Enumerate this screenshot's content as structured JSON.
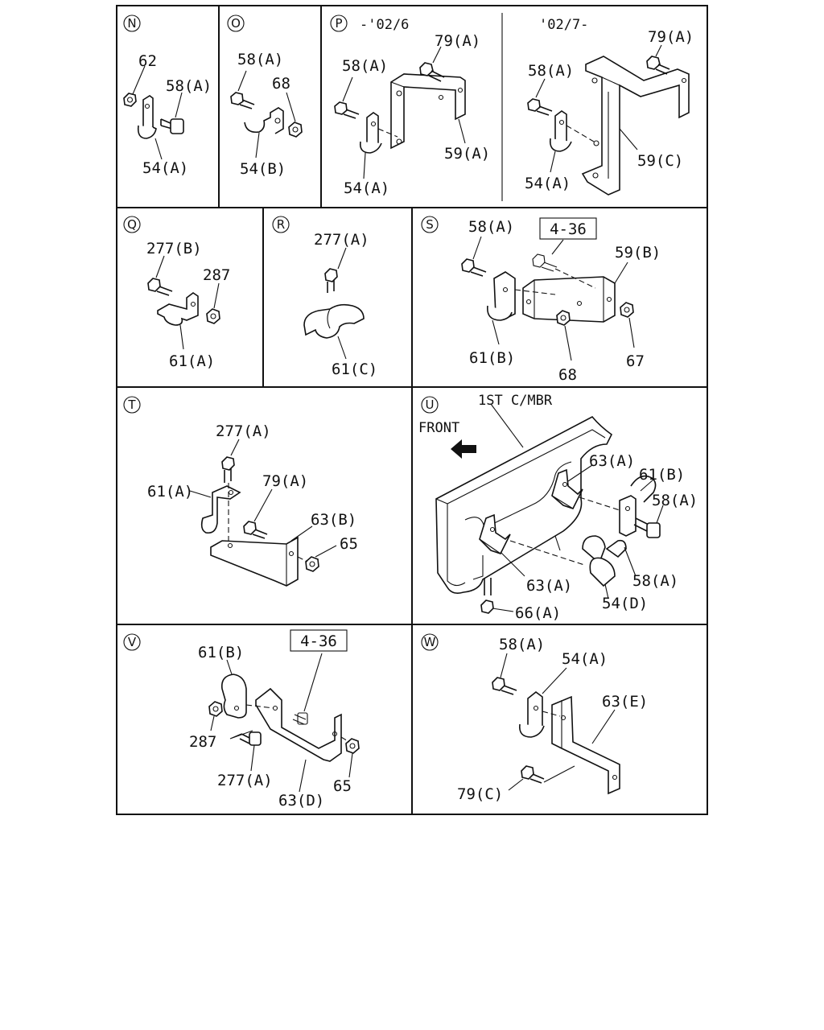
{
  "panels": {
    "N": {
      "letter": "N",
      "labels": {
        "p62": "62",
        "p58a": "58(A)",
        "p54a": "54(A)"
      }
    },
    "O": {
      "letter": "O",
      "labels": {
        "p58a": "58(A)",
        "p68": "68",
        "p54b": "54(B)"
      }
    },
    "P": {
      "letter": "P",
      "range_left": "-'02/6",
      "range_right": "'02/7-",
      "labels": {
        "l_p79a": "79(A)",
        "l_p58a": "58(A)",
        "l_p59a": "59(A)",
        "l_p54a": "54(A)",
        "r_p58a": "58(A)",
        "r_p79a": "79(A)",
        "r_p59c": "59(C)",
        "r_p54a": "54(A)"
      }
    },
    "Q": {
      "letter": "Q",
      "labels": {
        "p277b": "277(B)",
        "p287": "287",
        "p61a": "61(A)"
      }
    },
    "R": {
      "letter": "R",
      "labels": {
        "p277a": "277(A)",
        "p61c": "61(C)"
      }
    },
    "S": {
      "letter": "S",
      "ref_box": "4-36",
      "labels": {
        "p58a": "58(A)",
        "p59b": "59(B)",
        "p61b": "61(B)",
        "p68": "68",
        "p67": "67"
      }
    },
    "T": {
      "letter": "T",
      "labels": {
        "p277a": "277(A)",
        "p61a": "61(A)",
        "p79a": "79(A)",
        "p63b": "63(B)",
        "p65": "65"
      }
    },
    "U": {
      "letter": "U",
      "member": "1ST C/MBR",
      "front": "FRONT",
      "labels": {
        "p63a_top": "63(A)",
        "p61b": "61(B)",
        "p58a_top": "58(A)",
        "p63a_bot": "63(A)",
        "p58a_bot": "58(A)",
        "p54d": "54(D)",
        "p66a": "66(A)"
      }
    },
    "V": {
      "letter": "V",
      "ref_box": "4-36",
      "labels": {
        "p61b": "61(B)",
        "p287": "287",
        "p277a": "277(A)",
        "p63d": "63(D)",
        "p65": "65"
      }
    },
    "W": {
      "letter": "W",
      "labels": {
        "p58a": "58(A)",
        "p54a": "54(A)",
        "p63e": "63(E)",
        "p79c": "79(C)"
      }
    }
  }
}
